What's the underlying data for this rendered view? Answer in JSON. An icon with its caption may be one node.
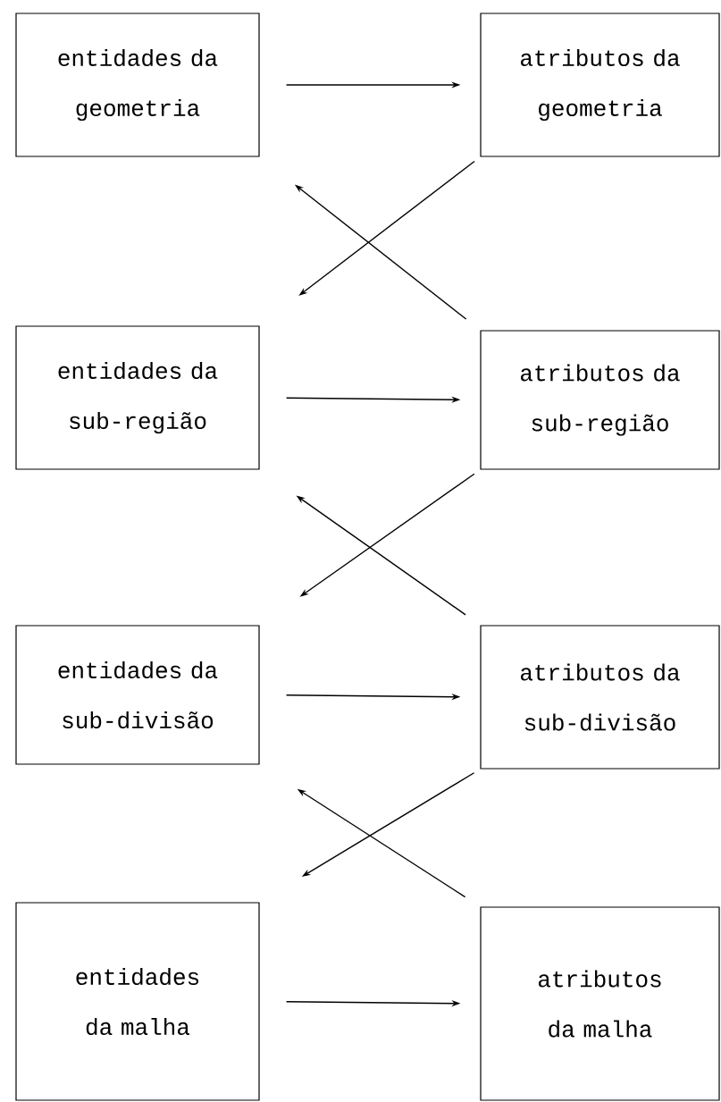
{
  "diagram": {
    "nodes": [
      {
        "text": [
          "entidades da geometria"
        ]
      },
      {
        "text": [
          "atributos da geometria"
        ]
      },
      {
        "text": [
          "entidades da sub-região"
        ]
      },
      {
        "text": [
          "atributos da sub-região"
        ]
      },
      {
        "text": [
          "entidades da sub-divisão"
        ]
      },
      {
        "text": [
          "atributos da sub-divisão"
        ]
      },
      {
        "text": [
          "entidades da malha"
        ]
      },
      {
        "text": [
          "atributos da malha"
        ]
      }
    ],
    "edges": [
      {
        "from": 0,
        "to": 1,
        "arrow": "to"
      },
      {
        "from": 1,
        "to": 2,
        "arrow": "to"
      },
      {
        "from": 3,
        "to": 0,
        "arrow": "to"
      },
      {
        "from": 2,
        "to": 3,
        "arrow": "to"
      },
      {
        "from": 3,
        "to": 4,
        "arrow": "to"
      },
      {
        "from": 5,
        "to": 2,
        "arrow": "to"
      },
      {
        "from": 4,
        "to": 5,
        "arrow": "to"
      },
      {
        "from": 5,
        "to": 6,
        "arrow": "to"
      },
      {
        "from": 7,
        "to": 4,
        "arrow": "to"
      },
      {
        "from": 6,
        "to": 7,
        "arrow": "to"
      }
    ]
  }
}
